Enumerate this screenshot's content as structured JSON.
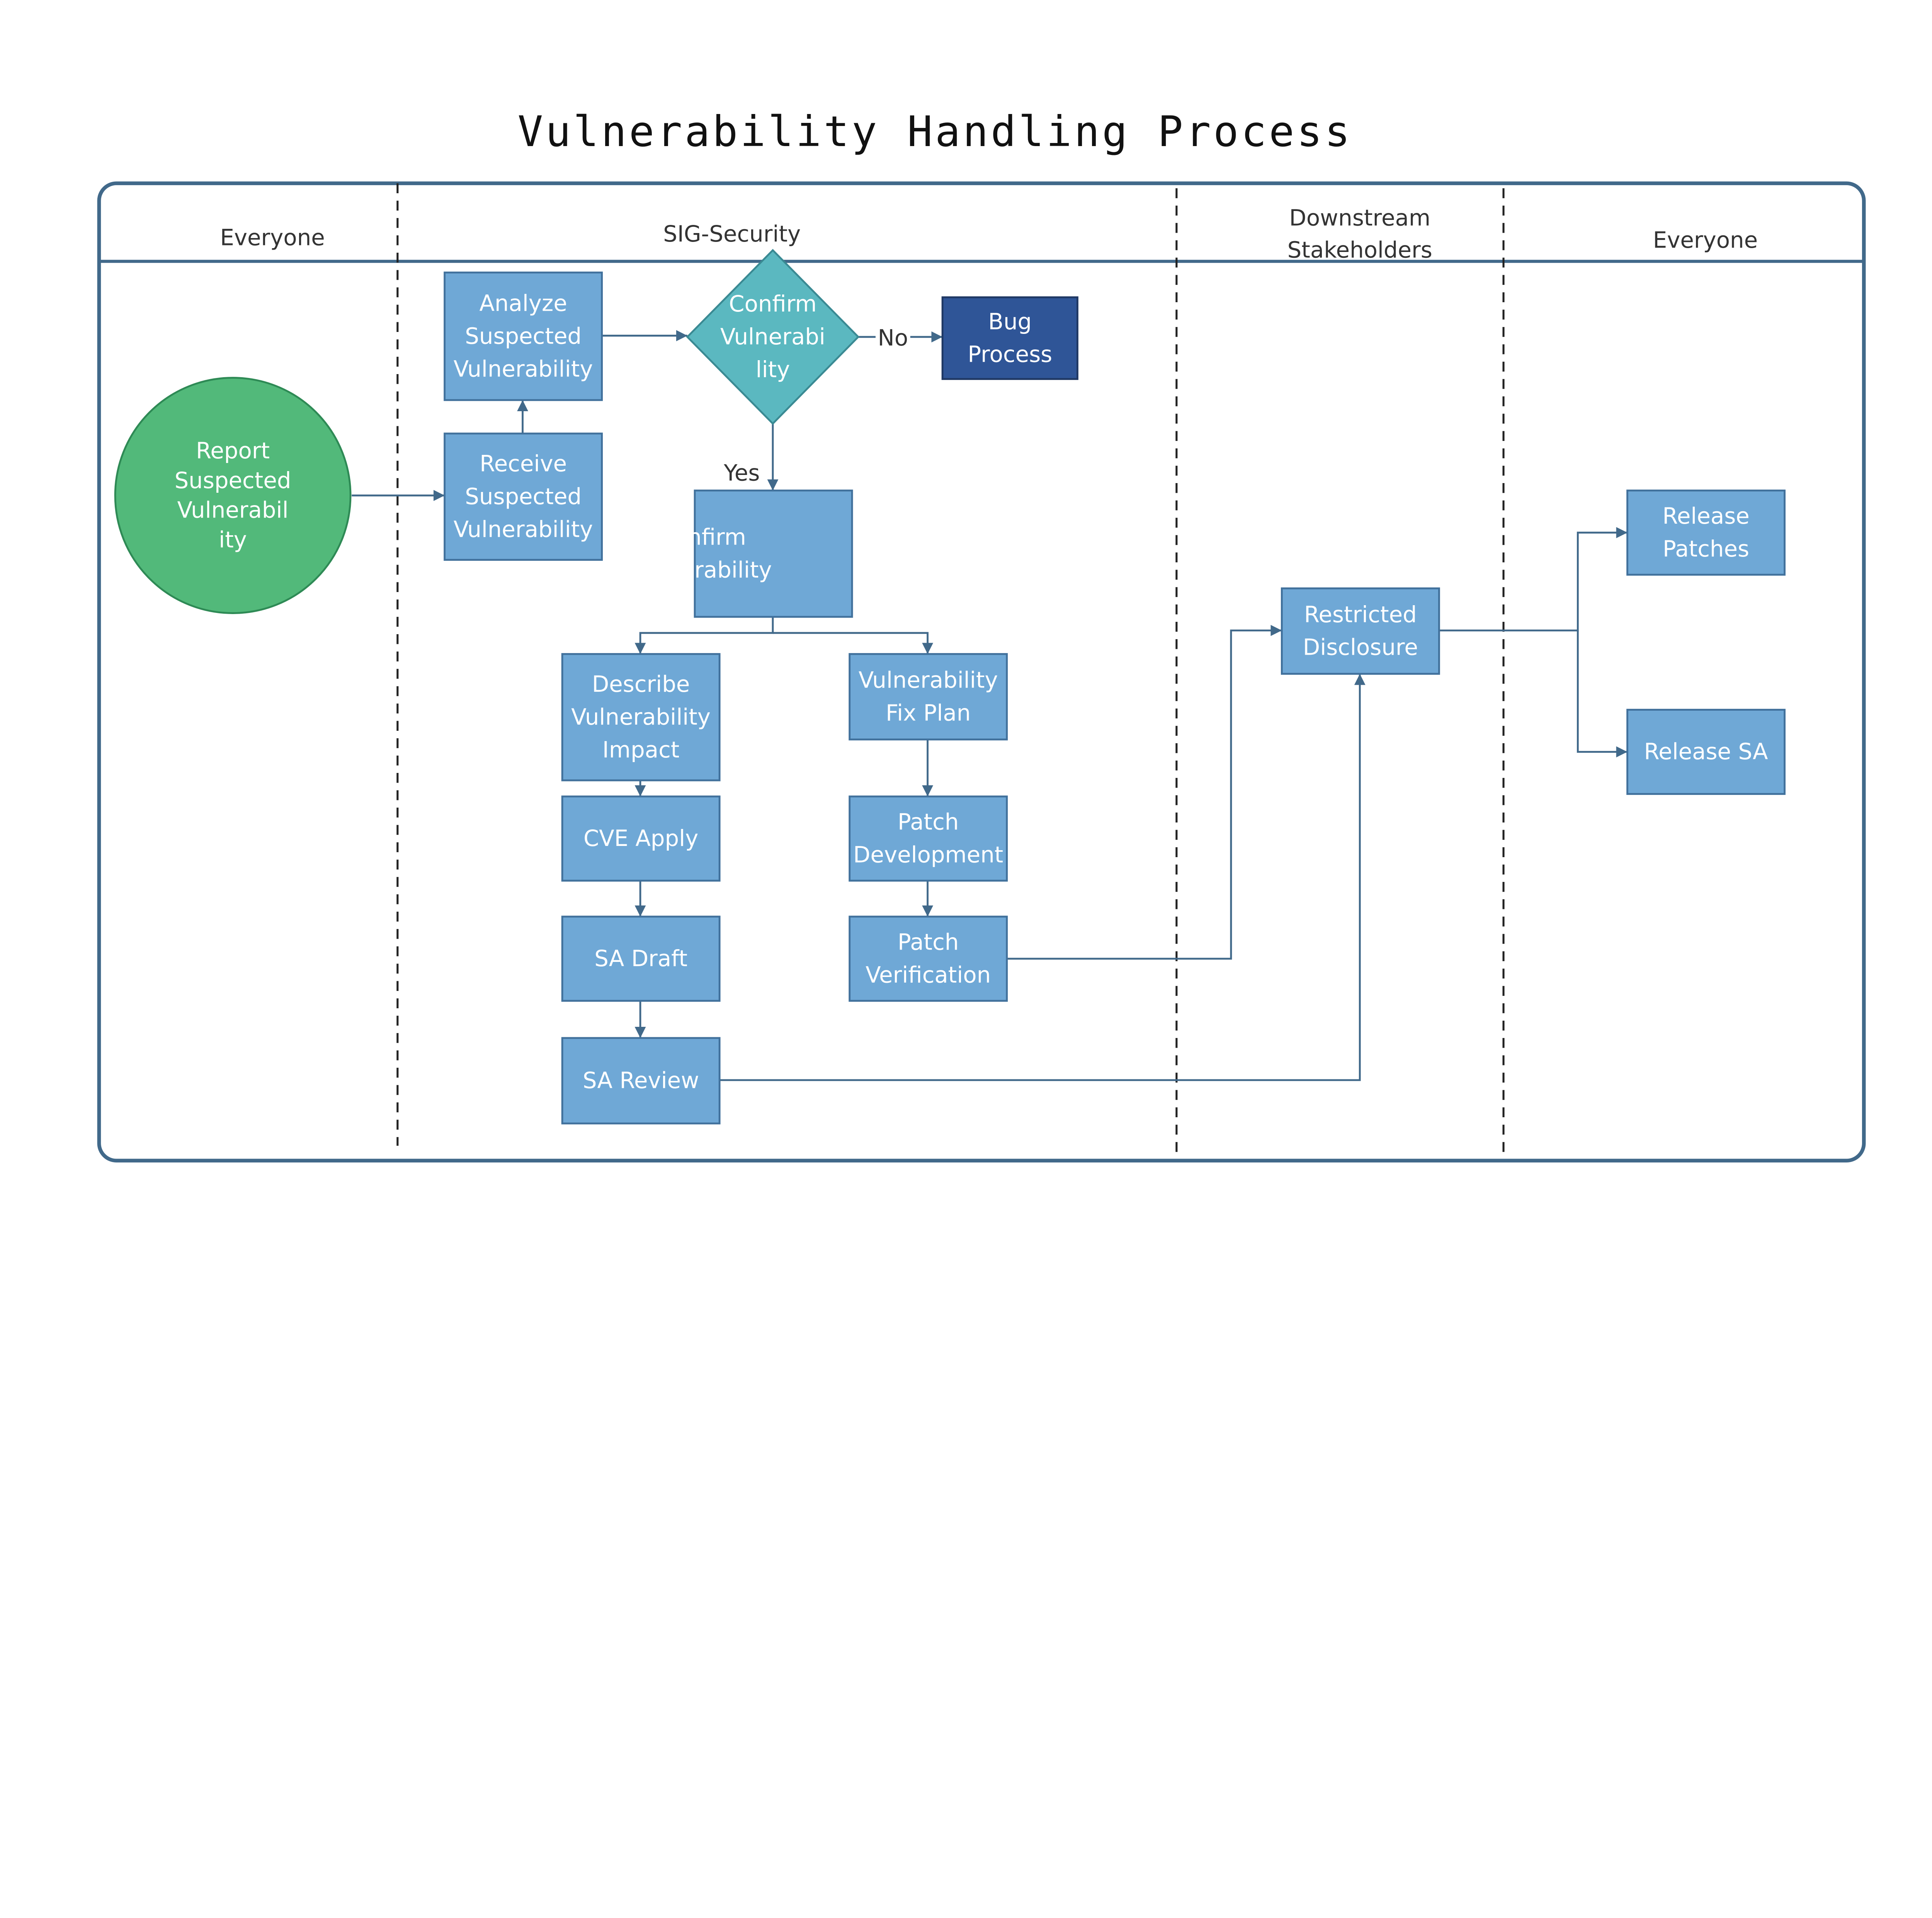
{
  "title": "Vulnerability Handling Process",
  "lanes": [
    {
      "label": [
        "Everyone"
      ]
    },
    {
      "label": [
        "SIG-Security"
      ]
    },
    {
      "label": [
        "Downstream",
        "Stakeholders"
      ]
    },
    {
      "label": [
        "Everyone"
      ]
    }
  ],
  "nodes": {
    "report": {
      "lines": [
        "Report",
        "Suspected",
        "Vulnerabil",
        "ity"
      ],
      "shape": "circle",
      "color": "#52b97a"
    },
    "receive": {
      "lines": [
        "Receive",
        "Suspected",
        "Vulnerability"
      ],
      "shape": "rect",
      "color": "#6fa8d6"
    },
    "analyze": {
      "lines": [
        "Analyze",
        "Suspected",
        "Vulnerability"
      ],
      "shape": "rect",
      "color": "#6fa8d6"
    },
    "decision": {
      "lines": [
        "Confirm",
        "Vulnerabi",
        "lity"
      ],
      "shape": "diamond",
      "color": "#5bb8c0"
    },
    "bug": {
      "lines": [
        "Bug",
        "Process"
      ],
      "shape": "rect",
      "color": "#2f5597"
    },
    "confirm": {
      "lines": [
        "Confirm",
        "Vulnerability"
      ],
      "shape": "rect",
      "color": "#6fa8d6"
    },
    "describe": {
      "lines": [
        "Describe",
        "Vulnerability",
        "Impact"
      ],
      "shape": "rect",
      "color": "#6fa8d6"
    },
    "fixplan": {
      "lines": [
        "Vulnerability",
        "Fix Plan"
      ],
      "shape": "rect",
      "color": "#6fa8d6"
    },
    "cve": {
      "lines": [
        "CVE Apply"
      ],
      "shape": "rect",
      "color": "#6fa8d6"
    },
    "patchdev": {
      "lines": [
        "Patch",
        "Development"
      ],
      "shape": "rect",
      "color": "#6fa8d6"
    },
    "sadraft": {
      "lines": [
        "SA Draft"
      ],
      "shape": "rect",
      "color": "#6fa8d6"
    },
    "patchver": {
      "lines": [
        "Patch",
        "Verification"
      ],
      "shape": "rect",
      "color": "#6fa8d6"
    },
    "sareview": {
      "lines": [
        "SA Review"
      ],
      "shape": "rect",
      "color": "#6fa8d6"
    },
    "restricted": {
      "lines": [
        "Restricted",
        "Disclosure"
      ],
      "shape": "rect",
      "color": "#6fa8d6"
    },
    "relpatches": {
      "lines": [
        "Release",
        "Patches"
      ],
      "shape": "rect",
      "color": "#6fa8d6"
    },
    "relsa": {
      "lines": [
        "Release SA"
      ],
      "shape": "rect",
      "color": "#6fa8d6"
    }
  },
  "edges": [
    {
      "from": "report",
      "to": "receive"
    },
    {
      "from": "receive",
      "to": "analyze"
    },
    {
      "from": "analyze",
      "to": "decision"
    },
    {
      "from": "decision",
      "to": "bug",
      "label": "No"
    },
    {
      "from": "decision",
      "to": "confirm",
      "label": "Yes"
    },
    {
      "from": "confirm",
      "to": "describe"
    },
    {
      "from": "confirm",
      "to": "fixplan"
    },
    {
      "from": "describe",
      "to": "cve"
    },
    {
      "from": "cve",
      "to": "sadraft"
    },
    {
      "from": "sadraft",
      "to": "sareview"
    },
    {
      "from": "fixplan",
      "to": "patchdev"
    },
    {
      "from": "patchdev",
      "to": "patchver"
    },
    {
      "from": "patchver",
      "to": "restricted"
    },
    {
      "from": "sareview",
      "to": "restricted"
    },
    {
      "from": "restricted",
      "to": "relpatches"
    },
    {
      "from": "restricted",
      "to": "relsa"
    }
  ],
  "colors": {
    "frame": "#41698a",
    "node_stroke": "#41719c"
  }
}
